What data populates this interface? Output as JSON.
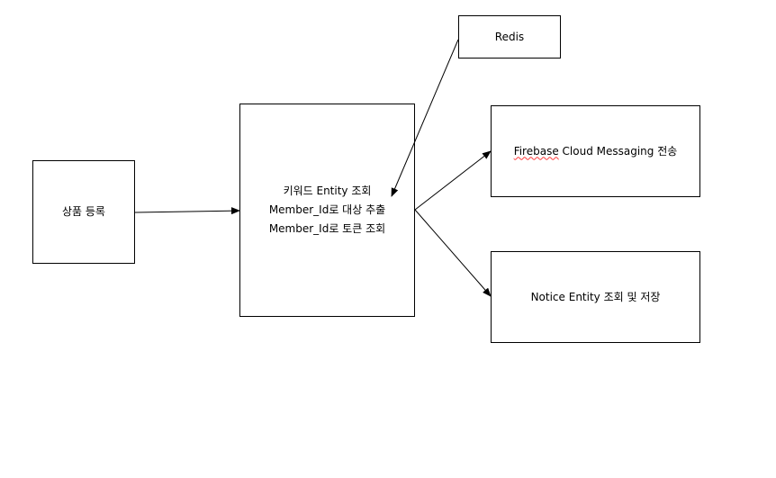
{
  "nodes": {
    "register": {
      "label": "상품 등록"
    },
    "main": {
      "lines": [
        "키워드 Entity 조회",
        "Member_Id로 대상 추출",
        "Member_Id로 토큰 조회"
      ]
    },
    "redis": {
      "label": "Redis"
    },
    "fcm": {
      "label_word": "Firebase",
      "label_rest": " Cloud Messaging 전송"
    },
    "notice": {
      "label": "Notice Entity 조회 및 저장"
    }
  },
  "colors": {
    "line": "#000000",
    "spellcheck_underline": "#ff3b3b"
  }
}
